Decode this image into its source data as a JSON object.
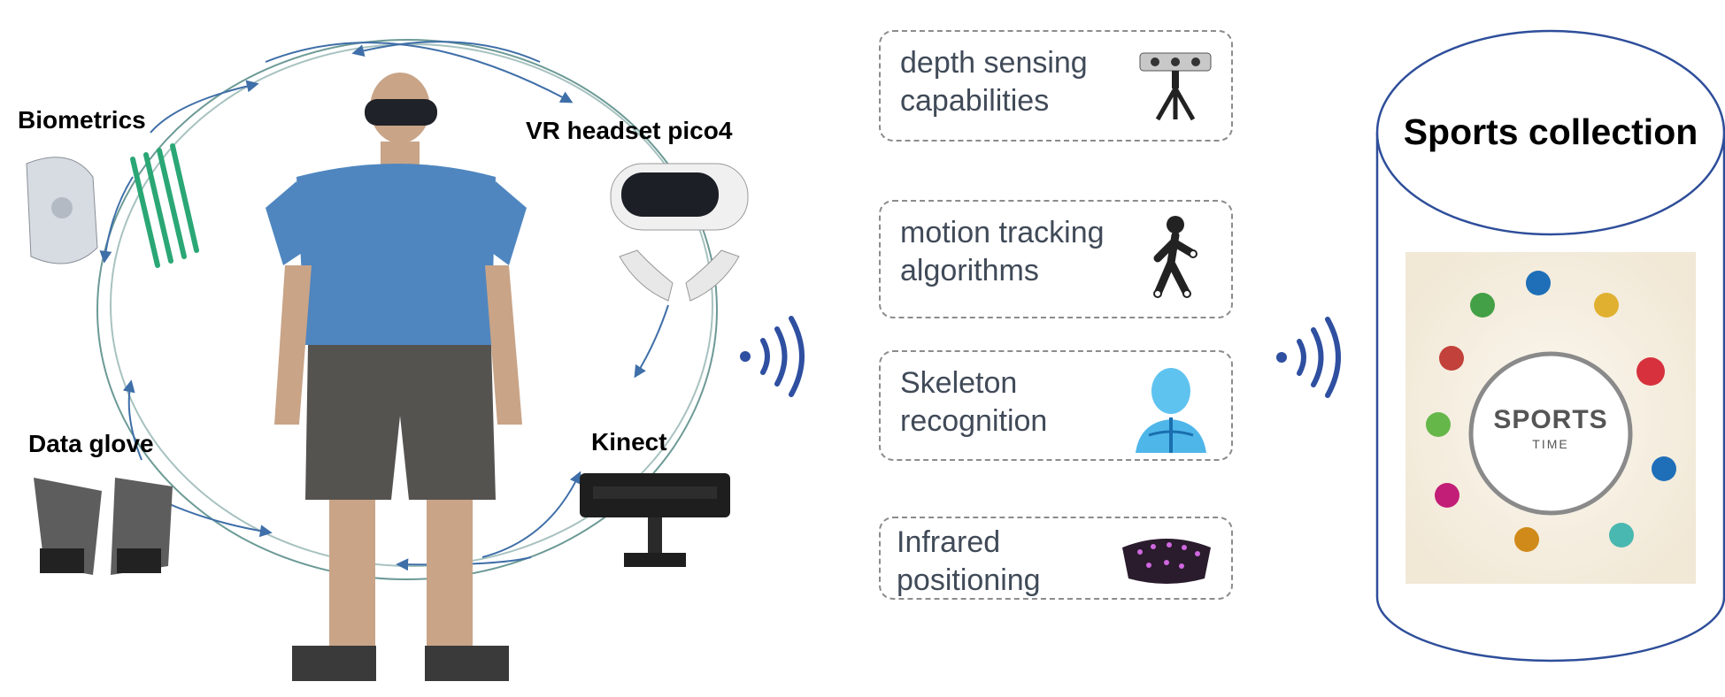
{
  "labels": {
    "biometrics": "Biometrics",
    "vr_headset": "VR headset pico4",
    "data_glove": "Data glove",
    "kinect": "Kinect"
  },
  "features": [
    {
      "line1": "depth sensing",
      "line2": "capabilities",
      "icon": "tripod-camera-icon"
    },
    {
      "line1": "motion tracking",
      "line2": "algorithms",
      "icon": "walking-person-icon"
    },
    {
      "line1": "Skeleton",
      "line2": "recognition",
      "icon": "skeleton-xray-icon"
    },
    {
      "line1": "Infrared",
      "line2": "positioning",
      "icon": "infrared-mask-icon"
    }
  ],
  "database": {
    "title": "Sports collection",
    "badge_main": "SPORTS",
    "badge_sub": "TIME"
  },
  "colors": {
    "arrow": "#3f6fa8",
    "circle": "#6c9a96",
    "signal": "#2f4fa0",
    "feature_text": "#404a58",
    "box_border": "#8c8c8c",
    "cylinder": "#2e4e9a"
  }
}
